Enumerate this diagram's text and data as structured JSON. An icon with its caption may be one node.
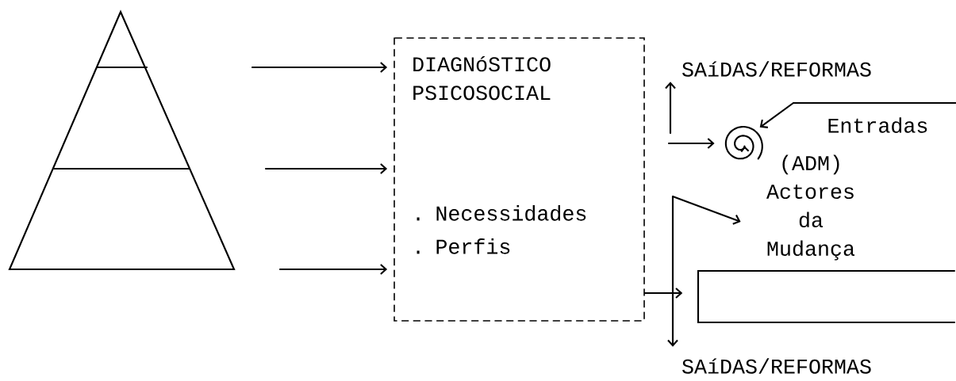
{
  "diagram": {
    "nodes": [
      {
        "text": [],
        "shape": "triangle"
      },
      {
        "text": [
          "DIAGNóSTICO PSICOSOCIAL",
          ". Necessidades",
          ". Perfis"
        ]
      },
      {
        "text": [
          "SAíDAS/REFORMAS"
        ]
      },
      {
        "text": [],
        "shape": "spiral"
      },
      {
        "text": [
          "(ADM) Actores da Mudança"
        ]
      },
      {
        "text": [],
        "shape": "box"
      },
      {
        "text": [
          "SAíDAS/REFORMAS"
        ]
      }
    ],
    "edges": [
      {
        "from": null,
        "to": 1,
        "arrow": "to"
      },
      {
        "from": null,
        "to": 1,
        "arrow": "to"
      },
      {
        "from": null,
        "to": 1,
        "arrow": "to"
      },
      {
        "from": null,
        "to": 2,
        "arrow": "to"
      },
      {
        "from": null,
        "to": 3,
        "arrow": "to"
      },
      {
        "from": null,
        "to": 3,
        "arrow": "to"
      },
      {
        "from": null,
        "to": 4,
        "arrow": "to"
      },
      {
        "from": null,
        "to": 6,
        "arrow": "to"
      },
      {
        "from": 1,
        "to": 5,
        "arrow": "to"
      }
    ],
    "labels": [
      "Entradas"
    ]
  }
}
